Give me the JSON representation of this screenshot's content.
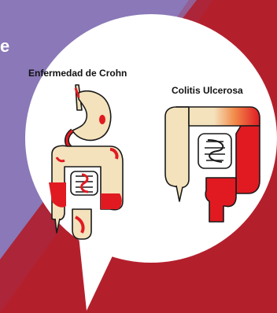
{
  "background_colors": {
    "band_purple": "#8a78b8",
    "main_red": "#b3202c",
    "bubble": "#ffffff",
    "tissue": "#f4e2bc",
    "inflamed": "#e11a22",
    "outline": "#1a1a1a"
  },
  "edge_text": "e",
  "labels": {
    "crohn": "Enfermedad de Crohn",
    "colitis": "Colitis Ulcerosa"
  }
}
